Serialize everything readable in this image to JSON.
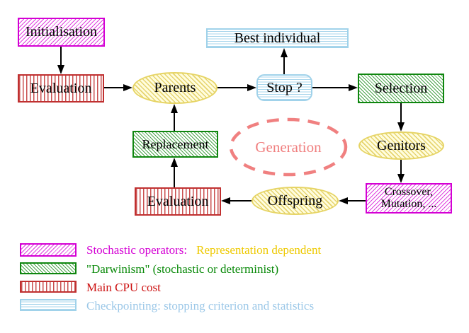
{
  "nodes": {
    "initialisation": {
      "label": "Initialisation"
    },
    "evaluation_top": {
      "label": "Evaluation"
    },
    "parents": {
      "label": "Parents"
    },
    "best_individual": {
      "label": "Best individual"
    },
    "stop": {
      "label": "Stop ?"
    },
    "selection": {
      "label": "Selection"
    },
    "replacement": {
      "label": "Replacement"
    },
    "generation": {
      "label": "Generation"
    },
    "genitors": {
      "label": "Genitors"
    },
    "evaluation_bottom": {
      "label": "Evaluation"
    },
    "offspring": {
      "label": "Offspring"
    },
    "crossover_mutation": {
      "line1": "Crossover,",
      "line2": "Mutation, ..."
    }
  },
  "edges": [
    {
      "from": "Initialisation",
      "to": "Evaluation"
    },
    {
      "from": "Evaluation",
      "to": "Parents"
    },
    {
      "from": "Parents",
      "to": "Stop ?"
    },
    {
      "from": "Stop ?",
      "to": "Best individual"
    },
    {
      "from": "Stop ?",
      "to": "Selection"
    },
    {
      "from": "Selection",
      "to": "Genitors"
    },
    {
      "from": "Genitors",
      "to": "Crossover, Mutation, ..."
    },
    {
      "from": "Crossover, Mutation, ...",
      "to": "Offspring"
    },
    {
      "from": "Offspring",
      "to": "Evaluation"
    },
    {
      "from": "Evaluation",
      "to": "Replacement"
    },
    {
      "from": "Replacement",
      "to": "Parents"
    }
  ],
  "legend": {
    "rows": [
      {
        "swatch": "magenta-diagonal-hatch",
        "label": "Stochastic operators:",
        "label2": "Representation dependent"
      },
      {
        "swatch": "green-diagonal-hatch",
        "label": "\"Darwinism\" (stochastic or determinist)"
      },
      {
        "swatch": "red-vertical-hatch",
        "label": "Main CPU cost"
      },
      {
        "swatch": "cyan-horizontal-hatch",
        "label": "Checkpointing: stopping criterion and statistics"
      }
    ]
  },
  "colors": {
    "magenta": "#D400D4",
    "green": "#0E860E",
    "red_border": "#C03030",
    "red_text": "#CC1111",
    "cyan_border": "#A0D2EA",
    "cyan_text": "#9CC8E8",
    "yellow_border": "#E6D464",
    "yellow_fill": "#FFFDDE",
    "gold_text": "#EEC900",
    "salmon": "#F08080",
    "arrow": "#000000"
  }
}
